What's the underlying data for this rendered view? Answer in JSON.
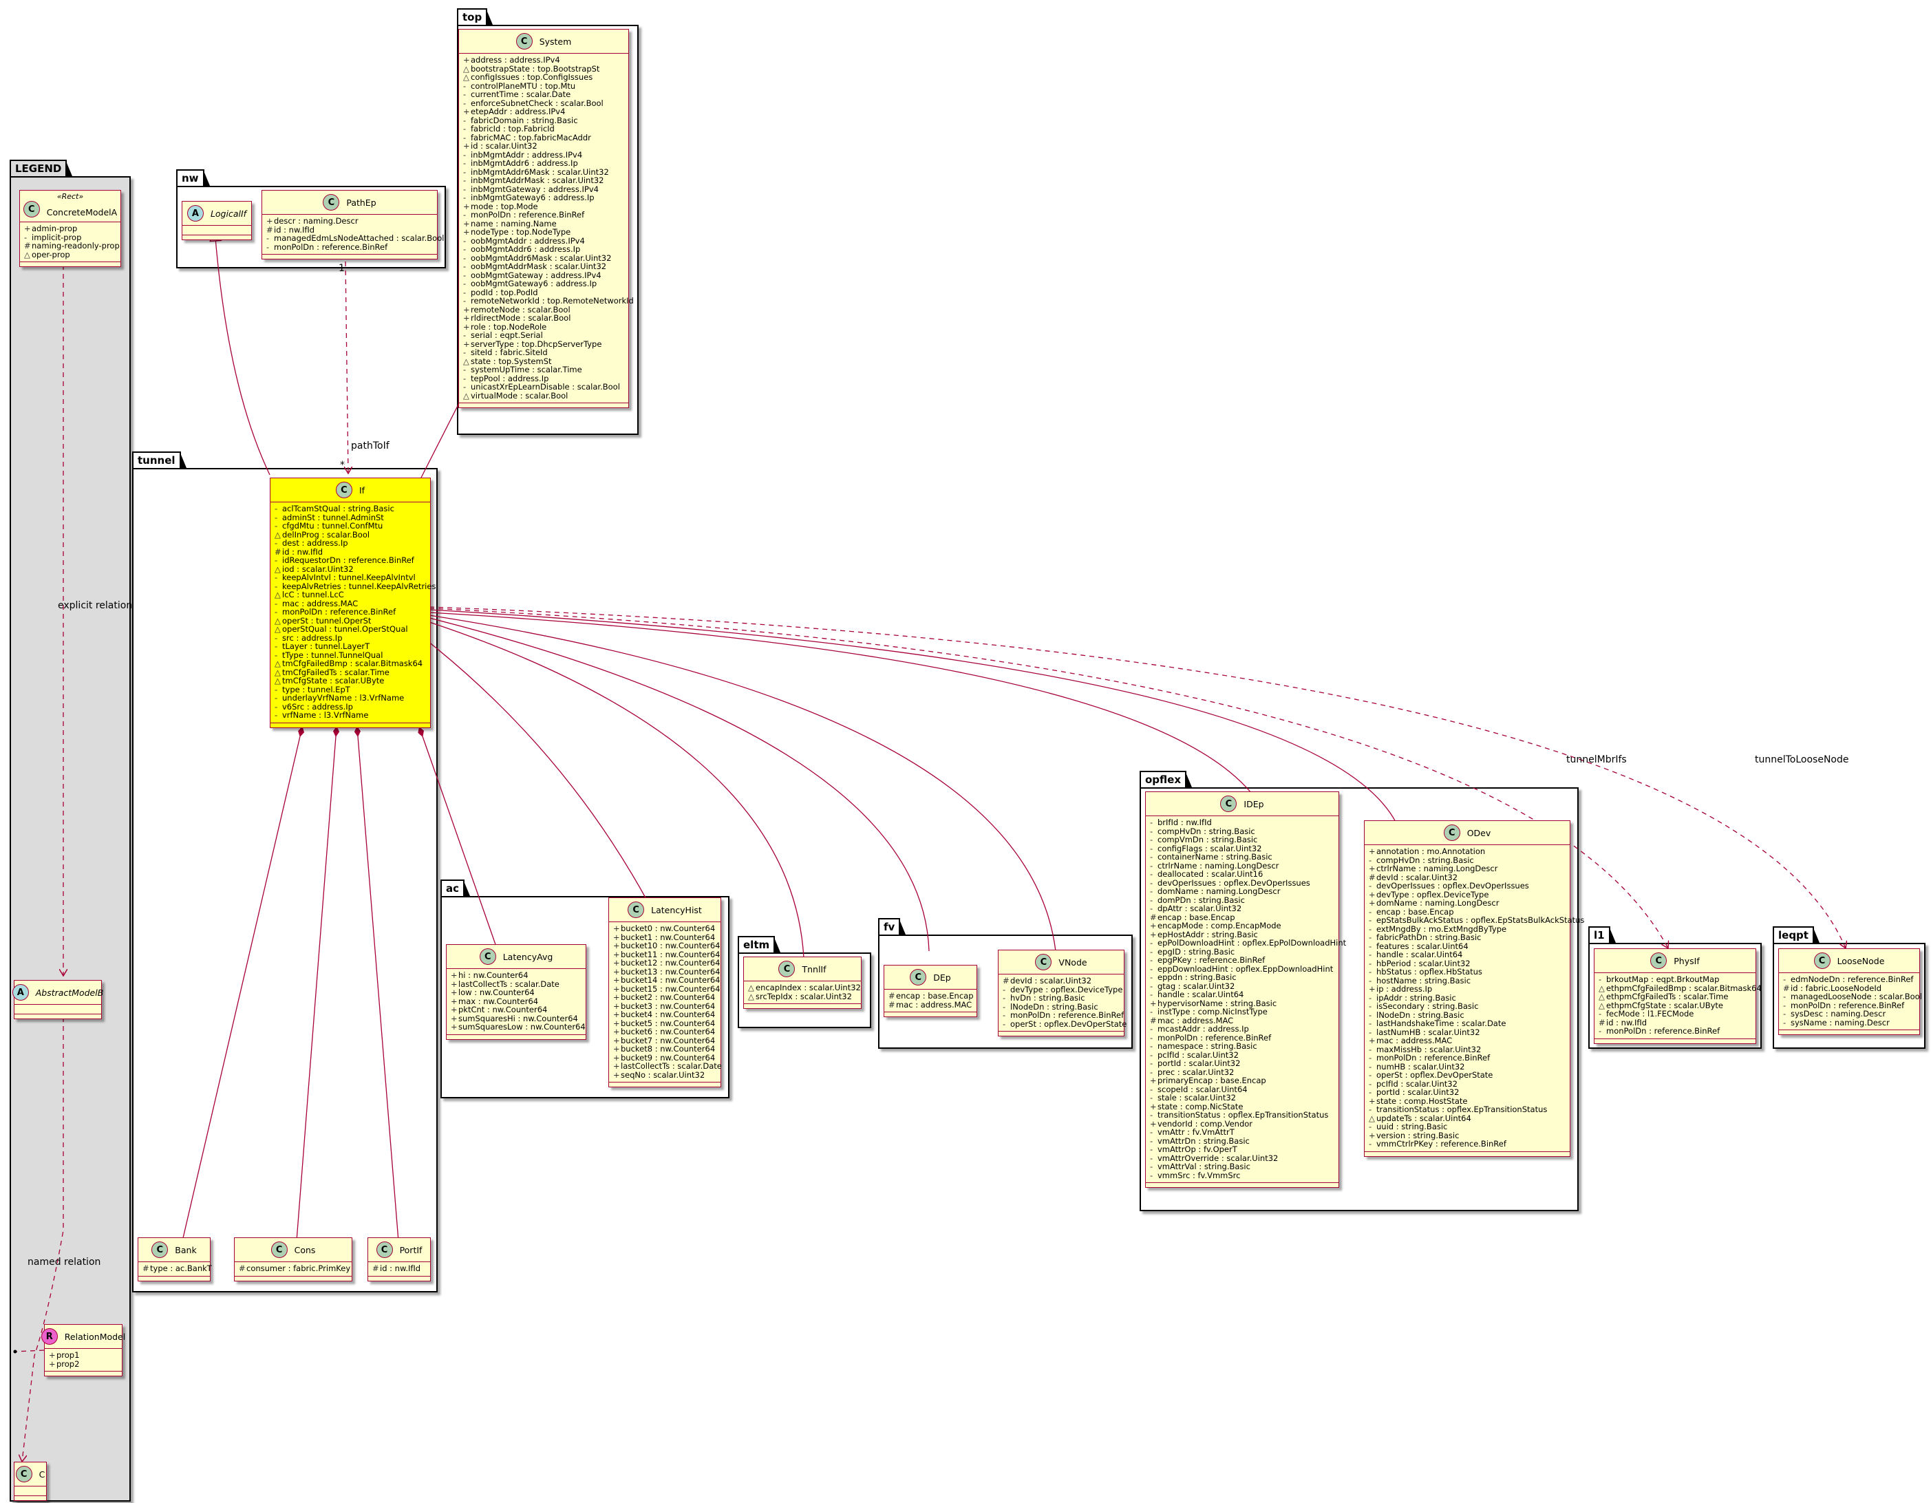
{
  "packages": {
    "legend": "LEGEND",
    "top": "top",
    "nw": "nw",
    "tunnel": "tunnel",
    "ac": "ac",
    "eltm": "eltm",
    "fv": "fv",
    "opflex": "opflex",
    "l1": "l1",
    "leqpt": "leqpt"
  },
  "classes": {
    "concrete_model_a": {
      "name": "ConcreteModelA",
      "stereotype": "«Rect»",
      "kind": "C",
      "props": [
        [
          "+",
          "admin-prop"
        ],
        [
          "-",
          "implicit-prop"
        ],
        [
          "#",
          "naming-readonly-prop"
        ],
        [
          "△",
          "oper-prop"
        ]
      ]
    },
    "abstract_model_b": {
      "name": "AbstractModelB",
      "kind": "A",
      "props": []
    },
    "relation_model": {
      "name": "RelationModel",
      "kind": "R",
      "props": [
        [
          "+",
          "prop1"
        ],
        [
          "+",
          "prop2"
        ]
      ]
    },
    "c": {
      "name": "C",
      "kind": "C",
      "props": []
    },
    "logical_if": {
      "name": "LogicalIf",
      "kind": "A",
      "props": []
    },
    "path_ep": {
      "name": "PathEp",
      "kind": "C",
      "props": [
        [
          "+",
          "descr : naming.Descr"
        ],
        [
          "#",
          "id : nw.IfId"
        ],
        [
          "-",
          "managedEdmLsNodeAttached : scalar.Bool"
        ],
        [
          "-",
          "monPolDn : reference.BinRef"
        ]
      ]
    },
    "system": {
      "name": "System",
      "kind": "C",
      "props": [
        [
          "+",
          "address : address.IPv4"
        ],
        [
          "△",
          "bootstrapState : top.BootstrapSt"
        ],
        [
          "△",
          "configIssues : top.ConfigIssues"
        ],
        [
          "-",
          "controlPlaneMTU : top.Mtu"
        ],
        [
          "-",
          "currentTime : scalar.Date"
        ],
        [
          "-",
          "enforceSubnetCheck : scalar.Bool"
        ],
        [
          "+",
          "etepAddr : address.IPv4"
        ],
        [
          "-",
          "fabricDomain : string.Basic"
        ],
        [
          "-",
          "fabricId : top.FabricId"
        ],
        [
          "-",
          "fabricMAC : top.fabricMacAddr"
        ],
        [
          "+",
          "id : scalar.Uint32"
        ],
        [
          "-",
          "inbMgmtAddr : address.IPv4"
        ],
        [
          "-",
          "inbMgmtAddr6 : address.Ip"
        ],
        [
          "-",
          "inbMgmtAddr6Mask : scalar.Uint32"
        ],
        [
          "-",
          "inbMgmtAddrMask : scalar.Uint32"
        ],
        [
          "-",
          "inbMgmtGateway : address.IPv4"
        ],
        [
          "-",
          "inbMgmtGateway6 : address.Ip"
        ],
        [
          "+",
          "mode : top.Mode"
        ],
        [
          "-",
          "monPolDn : reference.BinRef"
        ],
        [
          "+",
          "name : naming.Name"
        ],
        [
          "+",
          "nodeType : top.NodeType"
        ],
        [
          "-",
          "oobMgmtAddr : address.IPv4"
        ],
        [
          "-",
          "oobMgmtAddr6 : address.Ip"
        ],
        [
          "-",
          "oobMgmtAddr6Mask : scalar.Uint32"
        ],
        [
          "-",
          "oobMgmtAddrMask : scalar.Uint32"
        ],
        [
          "-",
          "oobMgmtGateway : address.IPv4"
        ],
        [
          "-",
          "oobMgmtGateway6 : address.Ip"
        ],
        [
          "-",
          "podId : top.PodId"
        ],
        [
          "-",
          "remoteNetworkId : top.RemoteNetworkId"
        ],
        [
          "+",
          "remoteNode : scalar.Bool"
        ],
        [
          "+",
          "rldirectMode : scalar.Bool"
        ],
        [
          "+",
          "role : top.NodeRole"
        ],
        [
          "-",
          "serial : eqpt.Serial"
        ],
        [
          "+",
          "serverType : top.DhcpServerType"
        ],
        [
          "-",
          "siteId : fabric.SiteId"
        ],
        [
          "△",
          "state : top.SystemSt"
        ],
        [
          "-",
          "systemUpTime : scalar.Time"
        ],
        [
          "-",
          "tepPool : address.Ip"
        ],
        [
          "-",
          "unicastXrEpLearnDisable : scalar.Bool"
        ],
        [
          "△",
          "virtualMode : scalar.Bool"
        ]
      ]
    },
    "if": {
      "name": "If",
      "kind": "C",
      "props": [
        [
          "-",
          "aclTcamStQual : string.Basic"
        ],
        [
          "-",
          "adminSt : tunnel.AdminSt"
        ],
        [
          "-",
          "cfgdMtu : tunnel.ConfMtu"
        ],
        [
          "△",
          "delInProg : scalar.Bool"
        ],
        [
          "-",
          "dest : address.Ip"
        ],
        [
          "#",
          "id : nw.IfId"
        ],
        [
          "-",
          "idRequestorDn : reference.BinRef"
        ],
        [
          "△",
          "iod : scalar.Uint32"
        ],
        [
          "-",
          "keepAlvIntvl : tunnel.KeepAlvIntvl"
        ],
        [
          "-",
          "keepAlvRetries : tunnel.KeepAlvRetries"
        ],
        [
          "△",
          "lcC : tunnel.LcC"
        ],
        [
          "-",
          "mac : address.MAC"
        ],
        [
          "-",
          "monPolDn : reference.BinRef"
        ],
        [
          "△",
          "operSt : tunnel.OperSt"
        ],
        [
          "△",
          "operStQual : tunnel.OperStQual"
        ],
        [
          "-",
          "src : address.Ip"
        ],
        [
          "-",
          "tLayer : tunnel.LayerT"
        ],
        [
          "-",
          "tType : tunnel.TunnelQual"
        ],
        [
          "△",
          "tmCfgFailedBmp : scalar.Bitmask64"
        ],
        [
          "△",
          "tmCfgFailedTs : scalar.Time"
        ],
        [
          "△",
          "tmCfgState : scalar.UByte"
        ],
        [
          "-",
          "type : tunnel.EpT"
        ],
        [
          "-",
          "underlayVrfName : l3.VrfName"
        ],
        [
          "-",
          "v6Src : address.Ip"
        ],
        [
          "-",
          "vrfName : l3.VrfName"
        ]
      ]
    },
    "latency_avg": {
      "name": "LatencyAvg",
      "kind": "C",
      "props": [
        [
          "+",
          "hi : nw.Counter64"
        ],
        [
          "+",
          "lastCollectTs : scalar.Date"
        ],
        [
          "+",
          "low : nw.Counter64"
        ],
        [
          "+",
          "max : nw.Counter64"
        ],
        [
          "+",
          "pktCnt : nw.Counter64"
        ],
        [
          "+",
          "sumSquaresHi : nw.Counter64"
        ],
        [
          "+",
          "sumSquaresLow : nw.Counter64"
        ]
      ]
    },
    "latency_hist": {
      "name": "LatencyHist",
      "kind": "C",
      "props": [
        [
          "+",
          "bucket0 : nw.Counter64"
        ],
        [
          "+",
          "bucket1 : nw.Counter64"
        ],
        [
          "+",
          "bucket10 : nw.Counter64"
        ],
        [
          "+",
          "bucket11 : nw.Counter64"
        ],
        [
          "+",
          "bucket12 : nw.Counter64"
        ],
        [
          "+",
          "bucket13 : nw.Counter64"
        ],
        [
          "+",
          "bucket14 : nw.Counter64"
        ],
        [
          "+",
          "bucket15 : nw.Counter64"
        ],
        [
          "+",
          "bucket2 : nw.Counter64"
        ],
        [
          "+",
          "bucket3 : nw.Counter64"
        ],
        [
          "+",
          "bucket4 : nw.Counter64"
        ],
        [
          "+",
          "bucket5 : nw.Counter64"
        ],
        [
          "+",
          "bucket6 : nw.Counter64"
        ],
        [
          "+",
          "bucket7 : nw.Counter64"
        ],
        [
          "+",
          "bucket8 : nw.Counter64"
        ],
        [
          "+",
          "bucket9 : nw.Counter64"
        ],
        [
          "+",
          "lastCollectTs : scalar.Date"
        ],
        [
          "+",
          "seqNo : scalar.Uint32"
        ]
      ]
    },
    "tnnl_if": {
      "name": "TnnlIf",
      "kind": "C",
      "props": [
        [
          "△",
          "encapIndex : scalar.Uint32"
        ],
        [
          "△",
          "srcTepIdx : scalar.Uint32"
        ]
      ]
    },
    "dep": {
      "name": "DEp",
      "kind": "C",
      "props": [
        [
          "#",
          "encap : base.Encap"
        ],
        [
          "#",
          "mac : address.MAC"
        ]
      ]
    },
    "vnode": {
      "name": "VNode",
      "kind": "C",
      "props": [
        [
          "#",
          "devId : scalar.Uint32"
        ],
        [
          "-",
          "devType : opflex.DeviceType"
        ],
        [
          "-",
          "hvDn : string.Basic"
        ],
        [
          "-",
          "lNodeDn : string.Basic"
        ],
        [
          "-",
          "monPolDn : reference.BinRef"
        ],
        [
          "-",
          "operSt : opflex.DevOperState"
        ]
      ]
    },
    "idep": {
      "name": "IDEp",
      "kind": "C",
      "props": [
        [
          "-",
          "brIfId : nw.IfId"
        ],
        [
          "-",
          "compHvDn : string.Basic"
        ],
        [
          "-",
          "compVmDn : string.Basic"
        ],
        [
          "-",
          "configFlags : scalar.Uint32"
        ],
        [
          "-",
          "containerName : string.Basic"
        ],
        [
          "-",
          "ctrlrName : naming.LongDescr"
        ],
        [
          "-",
          "deallocated : scalar.Uint16"
        ],
        [
          "-",
          "devOperIssues : opflex.DevOperIssues"
        ],
        [
          "-",
          "domName : naming.LongDescr"
        ],
        [
          "-",
          "domPDn : string.Basic"
        ],
        [
          "-",
          "dpAttr : scalar.Uint32"
        ],
        [
          "#",
          "encap : base.Encap"
        ],
        [
          "+",
          "encapMode : comp.EncapMode"
        ],
        [
          "+",
          "epHostAddr : string.Basic"
        ],
        [
          "-",
          "epPolDownloadHint : opflex.EpPolDownloadHint"
        ],
        [
          "-",
          "epgID : string.Basic"
        ],
        [
          "-",
          "epgPKey : reference.BinRef"
        ],
        [
          "-",
          "eppDownloadHint : opflex.EppDownloadHint"
        ],
        [
          "-",
          "eppdn : string.Basic"
        ],
        [
          "-",
          "gtag : scalar.Uint32"
        ],
        [
          "-",
          "handle : scalar.Uint64"
        ],
        [
          "+",
          "hypervisorName : string.Basic"
        ],
        [
          "-",
          "instType : comp.NicInstType"
        ],
        [
          "#",
          "mac : address.MAC"
        ],
        [
          "-",
          "mcastAddr : address.Ip"
        ],
        [
          "-",
          "monPolDn : reference.BinRef"
        ],
        [
          "-",
          "namespace : string.Basic"
        ],
        [
          "-",
          "pcIfId : scalar.Uint32"
        ],
        [
          "-",
          "portId : scalar.Uint32"
        ],
        [
          "-",
          "prec : scalar.Uint32"
        ],
        [
          "+",
          "primaryEncap : base.Encap"
        ],
        [
          "-",
          "scopeId : scalar.Uint64"
        ],
        [
          "-",
          "stale : scalar.Uint32"
        ],
        [
          "+",
          "state : comp.NicState"
        ],
        [
          "-",
          "transitionStatus : opflex.EpTransitionStatus"
        ],
        [
          "+",
          "vendorId : comp.Vendor"
        ],
        [
          "-",
          "vmAttr : fv.VmAttrT"
        ],
        [
          "-",
          "vmAttrDn : string.Basic"
        ],
        [
          "-",
          "vmAttrOp : fv.OperT"
        ],
        [
          "-",
          "vmAttrOverride : scalar.Uint32"
        ],
        [
          "-",
          "vmAttrVal : string.Basic"
        ],
        [
          "-",
          "vmmSrc : fv.VmmSrc"
        ]
      ]
    },
    "odev": {
      "name": "ODev",
      "kind": "C",
      "props": [
        [
          "+",
          "annotation : mo.Annotation"
        ],
        [
          "-",
          "compHvDn : string.Basic"
        ],
        [
          "+",
          "ctrlrName : naming.LongDescr"
        ],
        [
          "#",
          "devId : scalar.Uint32"
        ],
        [
          "-",
          "devOperIssues : opflex.DevOperIssues"
        ],
        [
          "+",
          "devType : opflex.DeviceType"
        ],
        [
          "+",
          "domName : naming.LongDescr"
        ],
        [
          "-",
          "encap : base.Encap"
        ],
        [
          "-",
          "epStatsBulkAckStatus : opflex.EpStatsBulkAckStatus"
        ],
        [
          "-",
          "extMngdBy : mo.ExtMngdByType"
        ],
        [
          "-",
          "fabricPathDn : string.Basic"
        ],
        [
          "-",
          "features : scalar.Uint64"
        ],
        [
          "-",
          "handle : scalar.Uint64"
        ],
        [
          "-",
          "hbPeriod : scalar.Uint32"
        ],
        [
          "-",
          "hbStatus : opflex.HbStatus"
        ],
        [
          "-",
          "hostName : string.Basic"
        ],
        [
          "+",
          "ip : address.Ip"
        ],
        [
          "-",
          "ipAddr : string.Basic"
        ],
        [
          "-",
          "isSecondary : string.Basic"
        ],
        [
          "-",
          "lNodeDn : string.Basic"
        ],
        [
          "-",
          "lastHandshakeTime : scalar.Date"
        ],
        [
          "-",
          "lastNumHB : scalar.Uint32"
        ],
        [
          "+",
          "mac : address.MAC"
        ],
        [
          "-",
          "maxMissHb : scalar.Uint32"
        ],
        [
          "-",
          "monPolDn : reference.BinRef"
        ],
        [
          "-",
          "numHB : scalar.Uint32"
        ],
        [
          "-",
          "operSt : opflex.DevOperState"
        ],
        [
          "-",
          "pcIfId : scalar.Uint32"
        ],
        [
          "-",
          "portId : scalar.Uint32"
        ],
        [
          "+",
          "state : comp.HostState"
        ],
        [
          "-",
          "transitionStatus : opflex.EpTransitionStatus"
        ],
        [
          "△",
          "updateTs : scalar.Uint64"
        ],
        [
          "-",
          "uuid : string.Basic"
        ],
        [
          "+",
          "version : string.Basic"
        ],
        [
          "-",
          "vmmCtrlrPKey : reference.BinRef"
        ]
      ]
    },
    "phys_if": {
      "name": "PhysIf",
      "kind": "C",
      "props": [
        [
          "-",
          "brkoutMap : eqpt.BrkoutMap"
        ],
        [
          "△",
          "ethpmCfgFailedBmp : scalar.Bitmask64"
        ],
        [
          "△",
          "ethpmCfgFailedTs : scalar.Time"
        ],
        [
          "△",
          "ethpmCfgState : scalar.UByte"
        ],
        [
          "-",
          "fecMode : l1.FECMode"
        ],
        [
          "#",
          "id : nw.IfId"
        ],
        [
          "-",
          "monPolDn : reference.BinRef"
        ]
      ]
    },
    "loose_node": {
      "name": "LooseNode",
      "kind": "C",
      "props": [
        [
          "-",
          "edmNodeDn : reference.BinRef"
        ],
        [
          "#",
          "id : fabric.LooseNodeId"
        ],
        [
          "-",
          "managedLooseNode : scalar.Bool"
        ],
        [
          "-",
          "monPolDn : reference.BinRef"
        ],
        [
          "-",
          "sysDesc : naming.Descr"
        ],
        [
          "-",
          "sysName : naming.Descr"
        ]
      ]
    },
    "bank": {
      "name": "Bank",
      "kind": "C",
      "props": [
        [
          "#",
          "type : ac.BankT"
        ]
      ]
    },
    "cons": {
      "name": "Cons",
      "kind": "C",
      "props": [
        [
          "#",
          "consumer : fabric.PrimKey"
        ]
      ]
    },
    "port_if": {
      "name": "PortIf",
      "kind": "C",
      "props": [
        [
          "#",
          "id : nw.IfId"
        ]
      ]
    }
  },
  "edge_labels": {
    "explicit_relation": "explicit relation",
    "named_relation": "named relation",
    "path_to_if": "pathToIf",
    "tunnel_mbr_ifs": "tunnelMbrIfs",
    "tunnel_to_loose_node": "tunnelToLooseNode",
    "mult_one": "1",
    "mult_many": "*"
  },
  "colors": {
    "class_fill": "#fefece",
    "class_border": "#a80036",
    "highlight_fill": "#ffff00",
    "legend_fill": "#dcdcdc",
    "edge": "#a80036"
  }
}
